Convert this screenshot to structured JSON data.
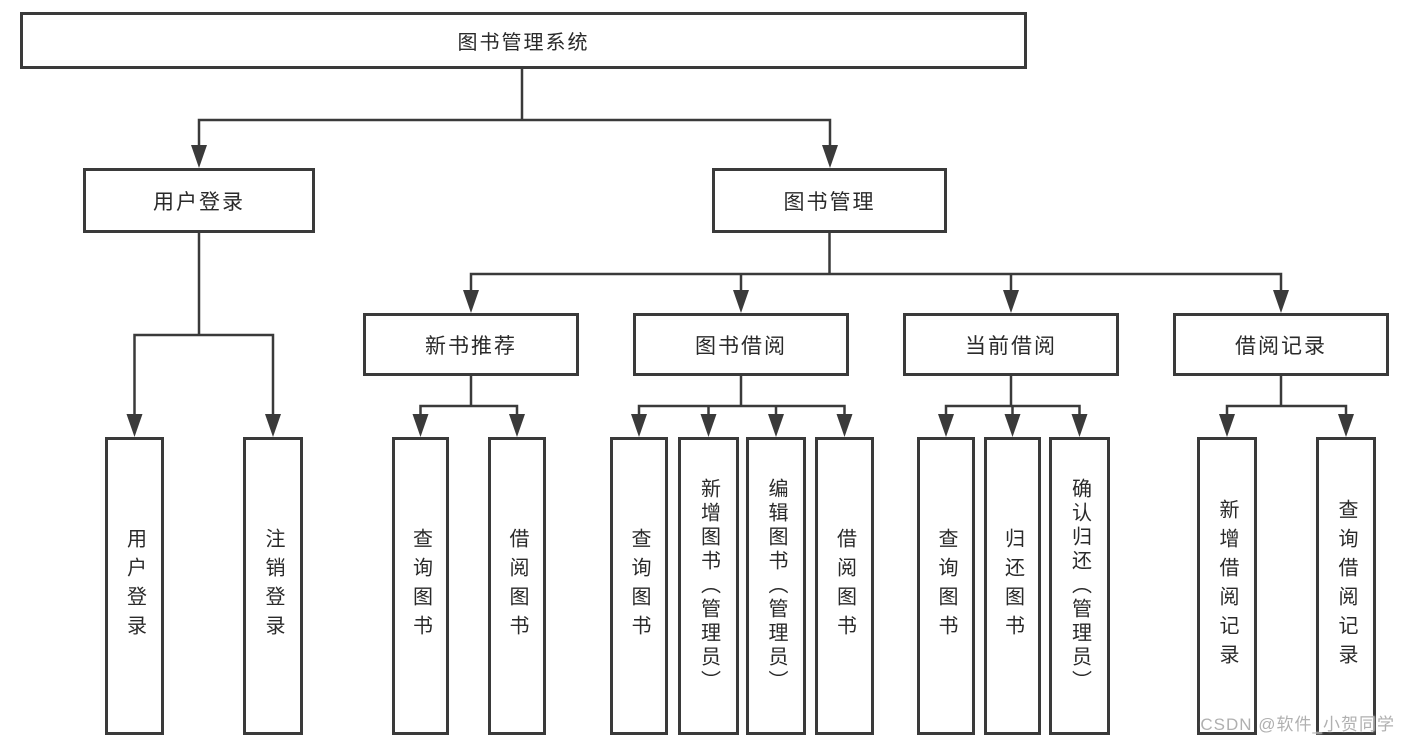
{
  "diagram": {
    "root": {
      "label": "图书管理系统"
    },
    "level1": [
      {
        "label": "用户登录",
        "leaves": [
          {
            "label": "用户登录"
          },
          {
            "label": "注销登录"
          }
        ]
      },
      {
        "label": "图书管理",
        "sections": [
          {
            "label": "新书推荐",
            "leaves": [
              {
                "label": "查询图书"
              },
              {
                "label": "借阅图书"
              }
            ]
          },
          {
            "label": "图书借阅",
            "leaves": [
              {
                "label": "查询图书"
              },
              {
                "label": "新增图书（管理员）"
              },
              {
                "label": "编辑图书（管理员）"
              },
              {
                "label": "借阅图书"
              }
            ]
          },
          {
            "label": "当前借阅",
            "leaves": [
              {
                "label": "查询图书"
              },
              {
                "label": "归还图书"
              },
              {
                "label": "确认归还（管理员）"
              }
            ]
          },
          {
            "label": "借阅记录",
            "leaves": [
              {
                "label": "新增借阅记录"
              },
              {
                "label": "查询借阅记录"
              }
            ]
          }
        ]
      }
    ]
  },
  "watermark": {
    "text": "CSDN @软件_小贺同学"
  },
  "colors": {
    "line": "#3a3a3a",
    "text": "#2a2a2a",
    "bg": "#ffffff",
    "watermark": "#b0b0b0"
  }
}
